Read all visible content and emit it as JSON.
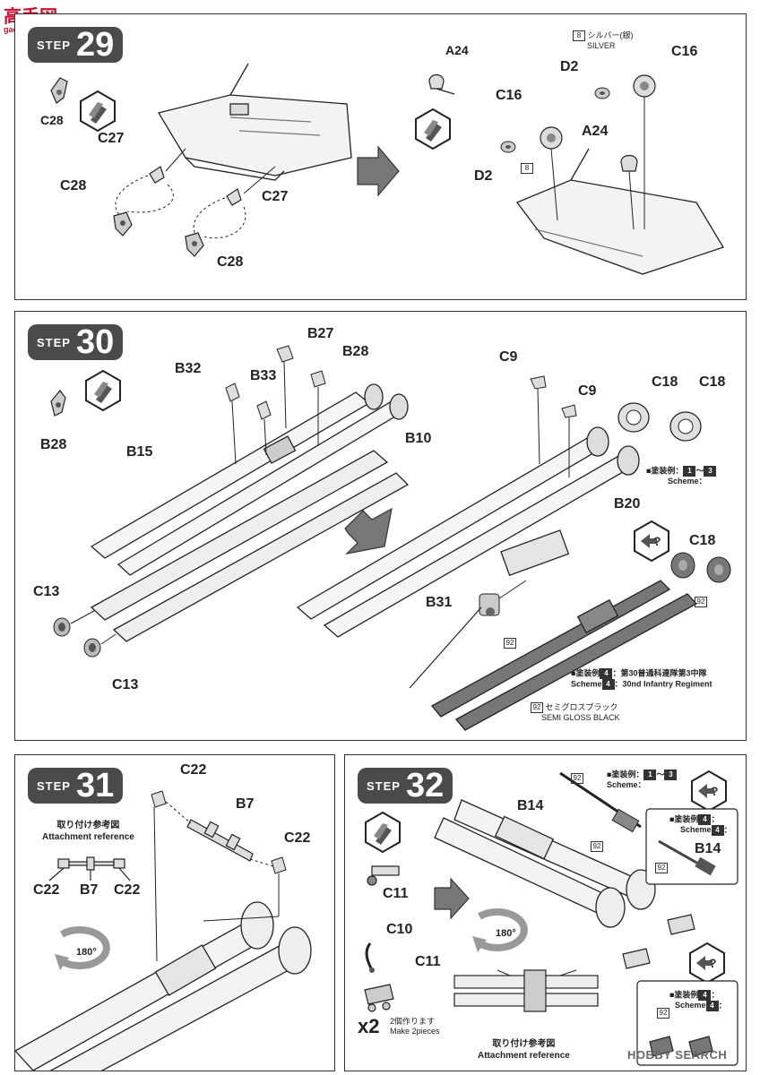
{
  "watermark_top": {
    "logo": "高手网",
    "url": "gao-shou.com"
  },
  "watermark_bottom": "HOBBY SEARCH",
  "steps": [
    {
      "word": "STEP",
      "number": "29",
      "labels": [
        "C28",
        "C27",
        "C28",
        "C27",
        "C28",
        "A24",
        "D2",
        "C16",
        "C16",
        "A24",
        "D2"
      ],
      "color_note": {
        "code": "8",
        "jp": "シルバー(銀)",
        "en": "SILVER"
      },
      "code_box": "8"
    },
    {
      "word": "STEP",
      "number": "30",
      "labels": [
        "B28",
        "B32",
        "B33",
        "B27",
        "B28",
        "B15",
        "B10",
        "C13",
        "C13",
        "C9",
        "C9",
        "C18",
        "C18",
        "B20",
        "C18",
        "B31"
      ],
      "scheme_a": {
        "jp": "■塗装例：",
        "from": "1",
        "sep": "～",
        "to": "3",
        "en": "Scheme："
      },
      "scheme_b": {
        "jp": "■塗装例",
        "num": "4",
        "jp_name": "：第30普通科連隊第3中隊",
        "en": "Scheme",
        "en_name": "：30nd Infantry Regiment"
      },
      "paint": {
        "code": "92",
        "jp": "セミグロスブラック",
        "en": "SEMI GLOSS BLACK"
      },
      "code_boxes": [
        "92",
        "92"
      ]
    },
    {
      "word": "STEP",
      "number": "31",
      "labels": [
        "C22",
        "B7",
        "C22"
      ],
      "ref_jp": "取り付け参考図",
      "ref_en": "Attachment reference",
      "ref_labels": [
        "C22",
        "B7",
        "C22"
      ],
      "rotate": "180°"
    },
    {
      "word": "STEP",
      "number": "32",
      "labels": [
        "C11",
        "C10",
        "C11",
        "B14",
        "B14"
      ],
      "scheme_a": {
        "jp": "■塗装例：",
        "from": "1",
        "sep": "～",
        "to": "3",
        "en": "Scheme："
      },
      "scheme_b": {
        "jp": "■塗装例",
        "num": "4",
        "en": "Scheme",
        "end": "："
      },
      "scheme_c": {
        "jp": "■塗装例",
        "num": "4",
        "en": "Scheme",
        "end": "："
      },
      "x2": "x2",
      "make_jp": "2個作ります",
      "make_en": "Make 2pieces",
      "ref_jp": "取り付け参考図",
      "ref_en": "Attachment reference",
      "rotate": "180°",
      "code_boxes": [
        "92",
        "92",
        "92",
        "92"
      ]
    }
  ]
}
